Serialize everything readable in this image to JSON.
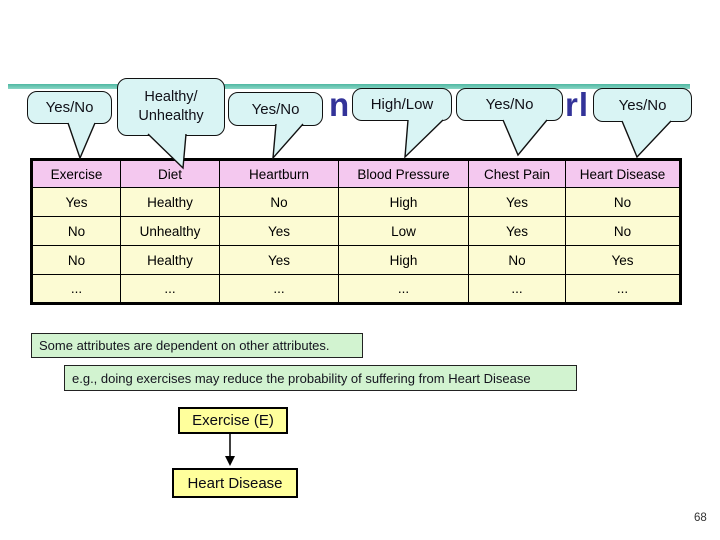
{
  "slide": {
    "page_number": "68"
  },
  "hidden_title": {
    "visible_fragments": [
      "n",
      "rl"
    ]
  },
  "callouts": [
    {
      "label": "Yes/No",
      "points_to": "Exercise"
    },
    {
      "label": "Healthy/\nUnhealthy",
      "points_to": "Diet"
    },
    {
      "label": "Yes/No",
      "points_to": "Heartburn"
    },
    {
      "label": "High/Low",
      "points_to": "Blood Pressure"
    },
    {
      "label": "Yes/No",
      "points_to": "Chest Pain"
    },
    {
      "label": "Yes/No",
      "points_to": "Heart Disease"
    }
  ],
  "table": {
    "headers": [
      "Exercise",
      "Diet",
      "Heartburn",
      "Blood Pressure",
      "Chest Pain",
      "Heart Disease"
    ],
    "rows": [
      [
        "Yes",
        "Healthy",
        "No",
        "High",
        "Yes",
        "No"
      ],
      [
        "No",
        "Unhealthy",
        "Yes",
        "Low",
        "Yes",
        "No"
      ],
      [
        "No",
        "Healthy",
        "Yes",
        "High",
        "No",
        "Yes"
      ],
      [
        "...",
        "...",
        "...",
        "...",
        "...",
        "..."
      ]
    ]
  },
  "notes": {
    "note1": "Some attributes are dependent on other attributes.",
    "note2": "e.g., doing exercises may reduce the probability of suffering from Heart Disease"
  },
  "diagram": {
    "cause": "Exercise (E)",
    "effect": "Heart Disease"
  },
  "colors": {
    "callout_fill": "#D9F4F4",
    "table_header_pink": "#F4C8EF",
    "table_row_yellow": "#FCFBD3",
    "note_green": "#D2F3D0",
    "diagram_yellow": "#FFFF9C",
    "divider_teal": "#4FB8A2",
    "title_navy": "#333399"
  }
}
